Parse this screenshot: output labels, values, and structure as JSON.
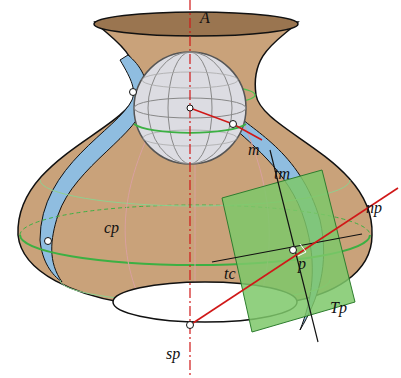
{
  "diagram": {
    "labels": [
      "A",
      "m",
      "tm",
      "np",
      "cp",
      "tc",
      "p",
      "Tp",
      "sp"
    ]
  }
}
